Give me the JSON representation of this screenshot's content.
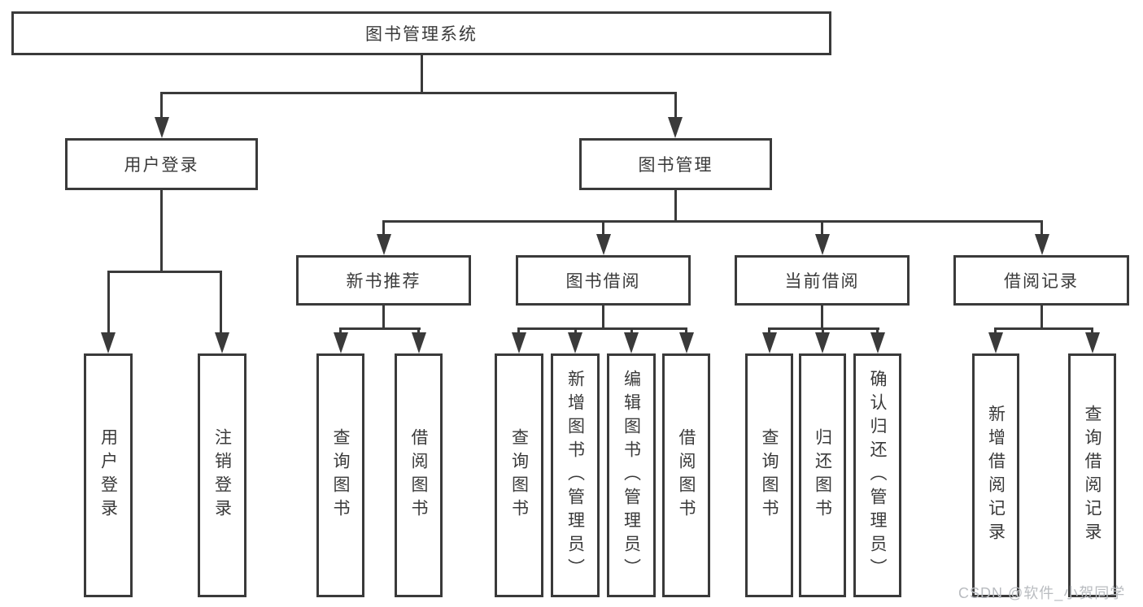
{
  "tree": {
    "root": "图书管理系统",
    "children": [
      {
        "label": "用户登录",
        "children": [
          "用户登录",
          "注销登录"
        ]
      },
      {
        "label": "图书管理",
        "children": [
          {
            "label": "新书推荐",
            "children": [
              "查询图书",
              "借阅图书"
            ]
          },
          {
            "label": "图书借阅",
            "children": [
              "查询图书",
              "新增图书（管理员）",
              "编辑图书（管理员）",
              "借阅图书"
            ]
          },
          {
            "label": "当前借阅",
            "children": [
              "查询图书",
              "归还图书",
              "确认归还（管理员）"
            ]
          },
          {
            "label": "借阅记录",
            "children": [
              "新增借阅记录",
              "查询借阅记录"
            ]
          }
        ]
      }
    ]
  },
  "watermark": {
    "text": "CSDN @软件_小贺同学"
  },
  "colors": {
    "line": "#3a3a3a",
    "text": "#3a3a3a",
    "watermark": "#b9bcc0",
    "background": "#ffffff"
  }
}
